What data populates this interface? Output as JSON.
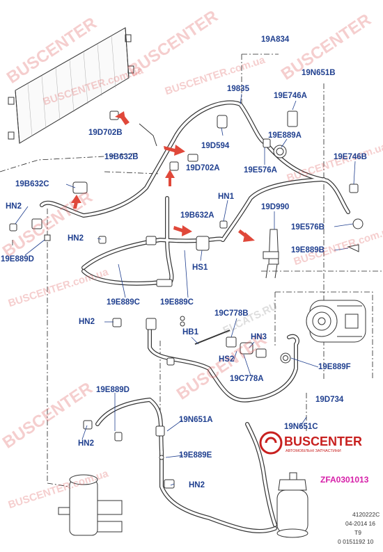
{
  "labels": {
    "l_19A834": "19A834",
    "l_19N651B": "19N651B",
    "l_19835": "19835",
    "l_19E746A": "19E746A",
    "l_19D702B": "19D702B",
    "l_19D594": "19D594",
    "l_19E889A": "19E889A",
    "l_19B632B": "19B632B",
    "l_19D702A": "19D702A",
    "l_19E576A": "19E576A",
    "l_19E746B": "19E746B",
    "l_19B632C": "19B632C",
    "l_HN1": "HN1",
    "l_19D990": "19D990",
    "l_HN2_a": "HN2",
    "l_19B632A": "19B632A",
    "l_19E576B": "19E576B",
    "l_HN2_b": "HN2",
    "l_19E889B": "19E889B",
    "l_19E889D_a": "19E889D",
    "l_HS1": "HS1",
    "l_19E889C_a": "19E889C",
    "l_19E889C_b": "19E889C",
    "l_19C778B": "19C778B",
    "l_HN2_c": "HN2",
    "l_HB1": "HB1",
    "l_HN3": "HN3",
    "l_HS2": "HS2",
    "l_19E889F": "19E889F",
    "l_19C778A": "19C778A",
    "l_19E889D_b": "19E889D",
    "l_19D734": "19D734",
    "l_19N651A": "19N651A",
    "l_HN2_d": "HN2",
    "l_19N651C": "19N651C",
    "l_19E889E": "19E889E",
    "l_HN2_e": "HN2"
  },
  "highlight_part": "ZFA0301013",
  "brand": {
    "name": "BUSCENTER",
    "tagline": "АВТОМОБІЛЬНІ ЗАПЧАСТИНИ",
    "color": "#c8201f"
  },
  "watermarks": {
    "big": "BUSCENTER",
    "small": "BUSCENTER.com.ua",
    "center": "ELCATS.RU"
  },
  "footer": {
    "code": "4120222C",
    "date": "04-2014 16",
    "page": "T9",
    "ref": "0 0151192 10"
  },
  "colors": {
    "label": "#1f3f8f",
    "arrow": "#e0483a",
    "highlight": "#d61ea8"
  }
}
